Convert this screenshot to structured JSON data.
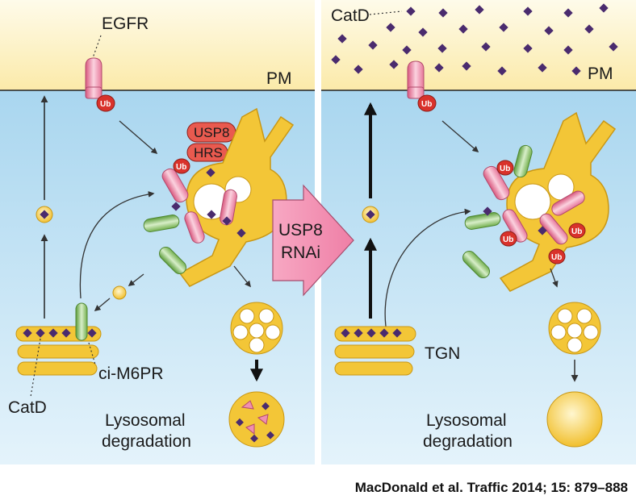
{
  "left_panel": {
    "egfr_label": "EGFR",
    "pm_label": "PM",
    "usp8_label": "USP8",
    "hrs_label": "HRS",
    "ub_label": "Ub",
    "receptor_label": "ci-M6PR",
    "catd_label": "CatD",
    "lysosome_line1": "Lysosomal",
    "lysosome_line2": "degradation"
  },
  "center_arrow": {
    "line1": "USP8",
    "line2": "RNAi"
  },
  "right_panel": {
    "catd_label": "CatD",
    "pm_label": "PM",
    "ub_label": "Ub",
    "tgn_label": "TGN",
    "lysosome_line1": "Lysosomal",
    "lysosome_line2": "degradation"
  },
  "citation": "MacDonald et al. Traffic 2014; 15: 879–888",
  "colors": {
    "extracellular": "#fdf3c4",
    "cytoplasm": "#cfe9f7",
    "organelle": "#f3c637",
    "ubiquitin": "#d9322b",
    "cation_receptor": "#8cc266",
    "egfr": "#f08fb0",
    "catd": "#4a2b6e",
    "rnai_arrow": "#f07fa6"
  }
}
